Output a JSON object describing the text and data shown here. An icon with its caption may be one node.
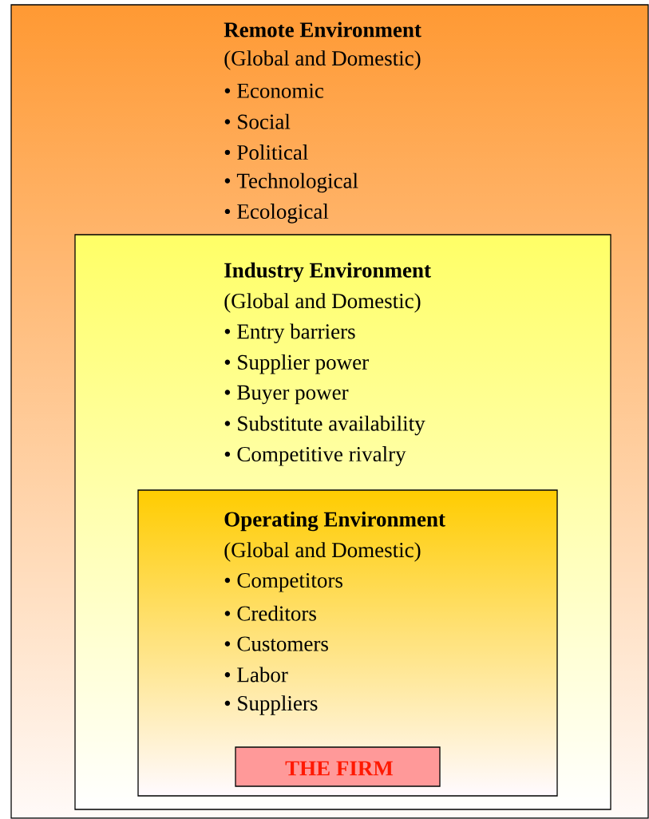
{
  "diagram": {
    "nodes": [
      {
        "text": [
          "Remote Environment",
          "(Global and Domestic)",
          "• Economic",
          "• Social",
          "• Political",
          "• Technological",
          "• Ecological"
        ]
      },
      {
        "text": [
          "Industry Environment",
          "(Global and Domestic)",
          "• Entry barriers",
          "• Supplier power",
          "• Buyer power",
          "• Substitute availability",
          "• Competitive rivalry"
        ],
        "in": 0
      },
      {
        "text": [
          "Operating Environment",
          "(Global and Domestic)",
          "• Competitors",
          "• Creditors",
          "• Customers",
          "• Labor",
          "• Suppliers"
        ],
        "in": 1
      },
      {
        "text": [
          "THE FIRM"
        ],
        "in": 2
      }
    ]
  }
}
